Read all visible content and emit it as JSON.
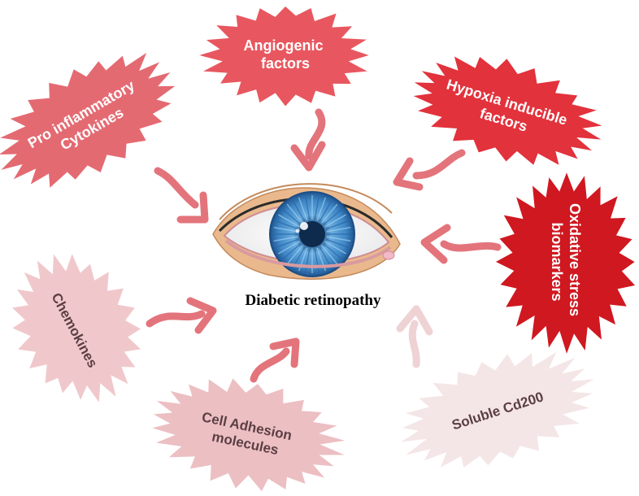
{
  "center": {
    "label": "Diabetic retinopathy"
  },
  "factors": [
    {
      "id": "angiogenic",
      "lines": [
        "Angiogenic",
        "factors"
      ],
      "fill": "#e8575f",
      "text_color": "#ffffff"
    },
    {
      "id": "hypoxia",
      "lines": [
        "Hypoxia inducible",
        "factors"
      ],
      "fill": "#e2323c",
      "text_color": "#ffffff"
    },
    {
      "id": "pro-inflammatory",
      "lines": [
        "Pro inflammatory",
        "Cytokines"
      ],
      "fill": "#e46a72",
      "text_color": "#ffffff"
    },
    {
      "id": "oxidative",
      "lines": [
        "Oxidative stress",
        "biomarkers"
      ],
      "fill": "#cf1820",
      "text_color": "#ffffff"
    },
    {
      "id": "chemokines",
      "lines": [
        "Chemokines"
      ],
      "fill": "#f0c8cb",
      "text_color": "#5b3f43"
    },
    {
      "id": "cell-adhesion",
      "lines": [
        "Cell Adhesion",
        "molecules"
      ],
      "fill": "#ecbfc3",
      "text_color": "#5b3f43"
    },
    {
      "id": "soluble-cd200",
      "lines": [
        "Soluble Cd200"
      ],
      "fill": "#f4e6e7",
      "text_color": "#5b3f43"
    }
  ],
  "colors": {
    "arrow_strong": "#e3747b",
    "arrow_light": "#efd2d4",
    "eye_iris": "#3f87c6",
    "eye_iris_dark": "#1d4e84",
    "eye_lid": "#e9b98d",
    "eye_lid_edge": "#c48a5c"
  }
}
